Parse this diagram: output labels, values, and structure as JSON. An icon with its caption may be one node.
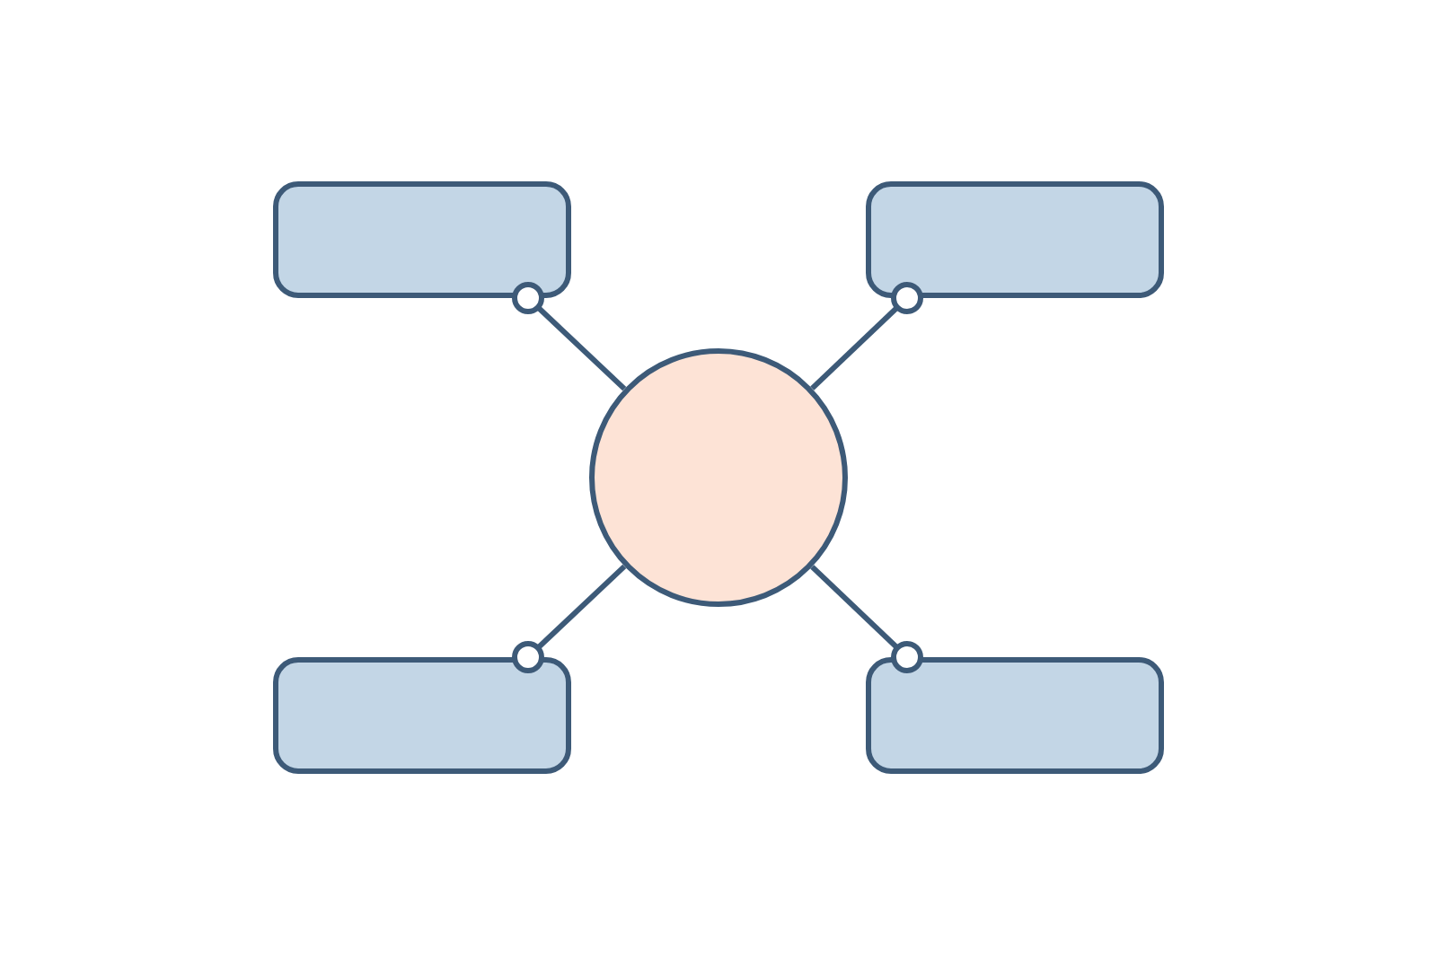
{
  "diagram": {
    "nodes": [
      {
        "text": [],
        "shape": "box"
      },
      {
        "text": [],
        "shape": "box"
      },
      {
        "text": [],
        "shape": "circle"
      },
      {
        "text": [],
        "shape": "box"
      },
      {
        "text": [],
        "shape": "box"
      }
    ],
    "edges": [
      {
        "from": 2,
        "to": 0,
        "arrow": "other"
      },
      {
        "from": 2,
        "to": 1,
        "arrow": "other"
      },
      {
        "from": 2,
        "to": 3,
        "arrow": "other"
      },
      {
        "from": 2,
        "to": 4,
        "arrow": "other"
      }
    ]
  }
}
